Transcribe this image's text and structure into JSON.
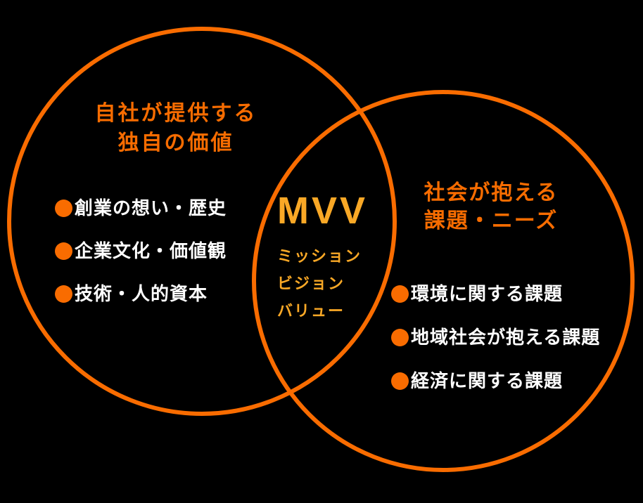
{
  "colors": {
    "background": "#000000",
    "circle_stroke": "#F96C00",
    "title_orange": "#F76C00",
    "accent_amber": "#F9A826",
    "bullet_dot": "#F96C00",
    "body_text": "#FFFFFF"
  },
  "diagram": {
    "type": "venn",
    "left_circle": {
      "title_line1": "自社が提供する",
      "title_line2": "独自の価値",
      "items": [
        "創業の想い・歴史",
        "企業文化・価値観",
        "技術・人的資本"
      ]
    },
    "right_circle": {
      "title_line1": "社会が抱える",
      "title_line2": "課題・ニーズ",
      "items": [
        "環境に関する課題",
        "地域社会が抱える課題",
        "経済に関する課題"
      ]
    },
    "intersection": {
      "acronym": "MVV",
      "term1": "ミッション",
      "term2": "ビジョン",
      "term3": "バリュー"
    }
  }
}
